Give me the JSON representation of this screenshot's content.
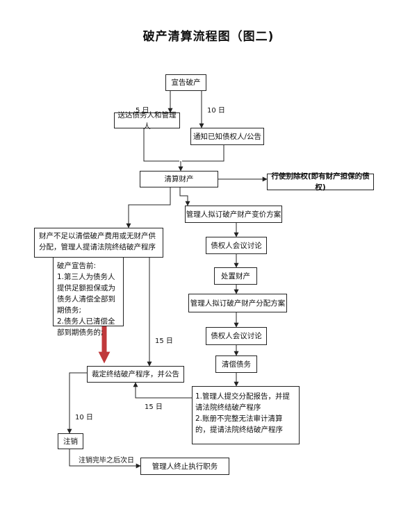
{
  "title": "破产清算流程图（图二)",
  "nodes": {
    "declare": "宣告破产",
    "deliver": "送达债务人和管理人",
    "notify": "通知已知债权人/公告",
    "liquidate": "清算财产",
    "exclude": "行使别除权(即有财产担保的债权)",
    "insufficient": "财产不足以清偿破产费用或无财产供分配，管理人提请法院终结破产程序",
    "before_note": {
      "title": "破产宣告前:",
      "items": [
        "1.第三人为债务人提供足额担保或为债务人清偿全部到期债务;",
        "2.债务人已清偿全部到期债务的;"
      ]
    },
    "ruling": "裁定终结破产程序，并公告",
    "cancel": "注销",
    "stop": "管理人终止执行职务",
    "plan_sale": "管理人拟订破产财产变价方案",
    "meeting1": "债权人会议讨论",
    "dispose": "处置财产",
    "plan_distribute": "管理人拟订破产财产分配方案",
    "meeting2": "债权人会议讨论",
    "repay": "清偿债务",
    "report": {
      "items": [
        "1.管理人提交分配报告，并提请法院终结破产程序",
        "2.账册不完整无法审计清算的，提请法院终结破产程序"
      ]
    }
  },
  "labels": {
    "deliver_days": "5 日",
    "notify_days": "10 日",
    "insufficient_days": "15 日",
    "report_days": "15 日",
    "cancel_days": "10 日",
    "after_cancel": "注销完毕之后次日"
  },
  "colors": {
    "line": "#222222",
    "highlight_arrow": "#c0393b"
  }
}
